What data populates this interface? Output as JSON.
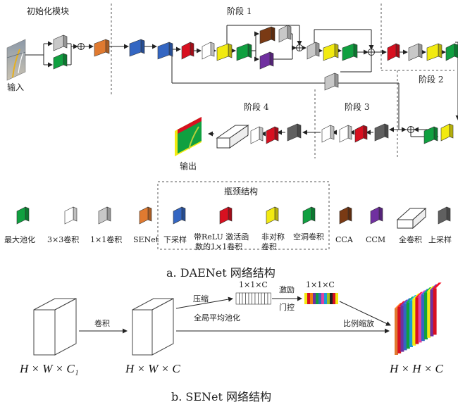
{
  "diagram_a": {
    "caption": "a. DAENet 网络结构",
    "init_module": "初始化模块",
    "stage1": "阶段 1",
    "stage2": "阶段 2",
    "stage3": "阶段  3",
    "stage4": "阶段 4",
    "input": "输入",
    "output": "输出",
    "bottleneck": "瓶颈结构",
    "legend": {
      "maxpool": "最大池化",
      "conv3": "3×3卷积",
      "conv1": "1×1卷积",
      "senet": "SENet",
      "downsample": "下采样",
      "relu_line1": "带ReLU 激活函",
      "relu_line2": "数的1×1卷积",
      "asym_line1": "非对称",
      "asym_line2": "卷积",
      "dilated": "空洞卷积",
      "cca": "CCA",
      "ccm": "CCM",
      "fullconv": "全卷积",
      "upsample": "上采样"
    }
  },
  "diagram_b": {
    "caption": "b. SENet 网络结构",
    "conv": "卷积",
    "squeeze": "压缩",
    "gap": "全局平均池化",
    "dim1": "1×1×C",
    "excite": "激励",
    "gate": "门控",
    "dim2": "1×1×C",
    "scale": "比例缩放",
    "in_dim": "H × W × C₁",
    "mid_dim": "H × W × C",
    "out_dim": "H × H × C"
  },
  "colors": {
    "green": "#10a040",
    "gray": "#c8c8c8",
    "white": "#ffffff",
    "orange": "#e07a30",
    "blue": "#3466c2",
    "red": "#d81020",
    "yellow": "#f2ea10",
    "brown": "#7a3a14",
    "purple": "#7030a0",
    "darkgray": "#606060"
  }
}
